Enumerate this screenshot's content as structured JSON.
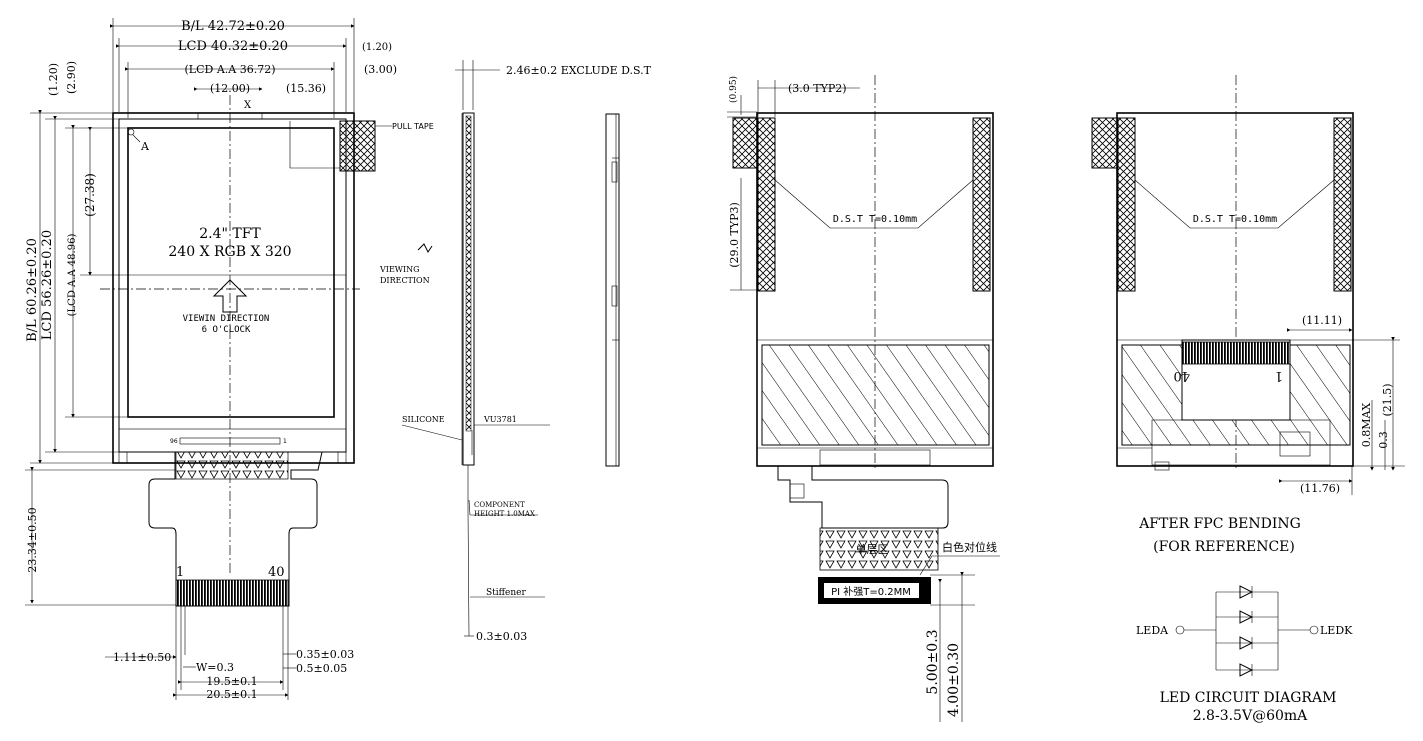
{
  "front": {
    "bl_width": "B/L 42.72±0.20",
    "lcd_width": "LCD 40.32±0.20",
    "dim_1_20_right": "(1.20)",
    "active_area_width": "(LCD A.A 36.72)",
    "dim_3_00": "(3.00)",
    "dim_12_00": "(12.00)",
    "dim_15_36": "(15.36)",
    "x_mark": "X",
    "dim_1_20_left": "(1.20)",
    "dim_2_90": "(2.90)",
    "bl_height": "B/L 60.26±0.20",
    "lcd_height": "LCD 56.26±0.20",
    "active_area_height": "(LCD A.A 48.96)",
    "dim_27_38": "(27.38)",
    "point_a": "A",
    "pull_tape": "PULL TAPE",
    "panel_size": "2.4\" TFT",
    "resolution": "240 X RGB X 320",
    "viewing_direction": "VIEWIN DIRECTION",
    "viewing_clock": "6 O'CLOCK",
    "pin_96": "96",
    "pin_1_small": "1",
    "fpc_height": "23.34±0.50",
    "pin_1": "1",
    "pin_40": "40",
    "dim_1_11": "1.11±0.50",
    "w_0_3": "W=0.3",
    "dim_0_35": "0.35±0.03",
    "dim_0_5": "0.5±0.05",
    "dim_19_5": "19.5±0.1",
    "dim_20_5": "20.5±0.1"
  },
  "side": {
    "thickness": "2.46±0.2 EXCLUDE D.S.T",
    "viewing_direction_1": "VIEWING",
    "viewing_direction_2": "DIRECTION",
    "silicone": "SILICONE",
    "ic": "VU3781",
    "component_1": "COMPONENT",
    "component_2": "HEIGHT 1.0MAX",
    "stiffener": "Stiffener",
    "fpc_thickness": "0.3±0.03"
  },
  "back": {
    "dim_0_95": "(0.95)",
    "dim_3_0": "(3.0 TYP2)",
    "dim_29_0": "(29.0 TYP3)",
    "dst": "D.S.T T=0.10mm",
    "single_layer": "单层区",
    "white_line": "白色对位线",
    "pi_stiffener": "PI 补强T=0.2MM",
    "dim_5_00": "5.00±0.3",
    "dim_4_00": "4.00±0.30"
  },
  "bent": {
    "dst": "D.S.T T=0.10mm",
    "dim_11_11": "(11.11)",
    "pin_40": "40",
    "pin_1": "1",
    "dim_21_5": "(21.5)",
    "dim_0_8max": "0.8MAX",
    "dim_0_3": "0.3",
    "dim_11_76": "(11.76)",
    "title_1": "AFTER FPC BENDING",
    "title_2": "(FOR REFERENCE)"
  },
  "led": {
    "leda": "LEDA",
    "ledk": "LEDK",
    "title": "LED CIRCUIT DIAGRAM",
    "spec": "2.8-3.5V@60mA"
  }
}
